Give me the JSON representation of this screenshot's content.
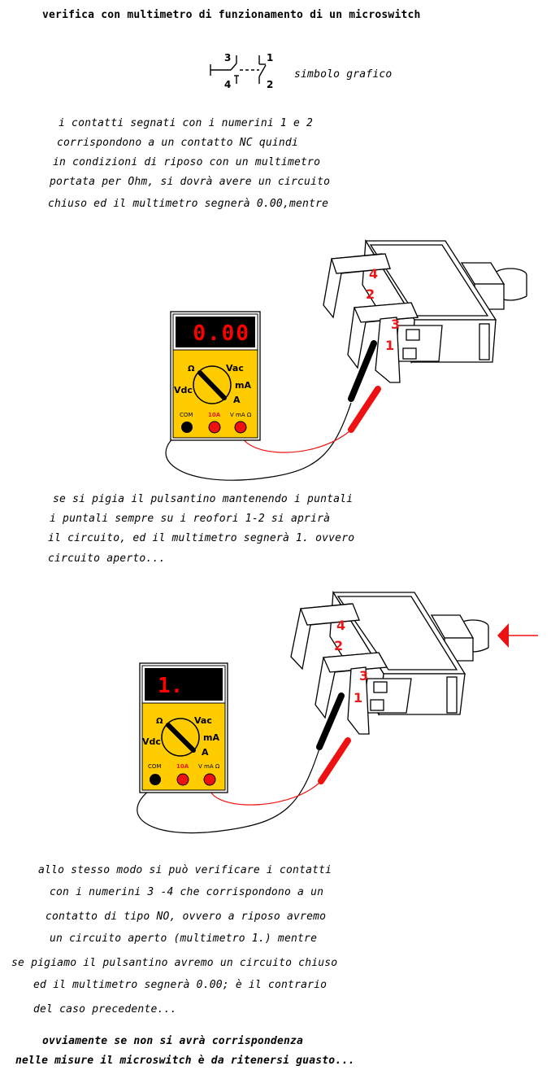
{
  "title": "verifica con multimetro di funzionamento di un microswitch",
  "symbol": {
    "n3": "3",
    "n1": "1",
    "n4": "4",
    "n2": "2",
    "label": "simbolo grafico"
  },
  "paragraph1": [
    "i contatti segnati con i numerini 1 e 2",
    "corrispondono a un contatto  NC quindi",
    "in condizioni di riposo con un multimetro",
    "portata per Ohm, si dovrà avere un circuito",
    "chiuso ed il multimetro segnerà 0.00,mentre"
  ],
  "meter1": {
    "display": "0.00",
    "ohm": "Ω",
    "vac": "Vac",
    "vdc": "Vdc",
    "ma": "mA",
    "a": "A",
    "jack_com": "COM",
    "jack_10a": "10A",
    "jack_vma": "V mA Ω"
  },
  "switch1_labels": {
    "t4": "4",
    "t2": "2",
    "t3": "3",
    "t1": "1"
  },
  "paragraph2": [
    "se si pigia il pulsantino mantenendo i puntali",
    "i puntali sempre su i reofori 1-2 si aprirà",
    "il circuito, ed il multimetro segnerà 1. ovvero",
    "circuito aperto..."
  ],
  "meter2": {
    "display": "1.",
    "ohm": "Ω",
    "vac": "Vac",
    "vdc": "Vdc",
    "ma": "mA",
    "a": "A",
    "jack_com": "COM",
    "jack_10a": "10A",
    "jack_vma": "V mA Ω"
  },
  "switch2_labels": {
    "t4": "4",
    "t2": "2",
    "t3": "3",
    "t1": "1"
  },
  "paragraph3": [
    "allo stesso modo si può verificare i contatti",
    "con i numerini 3 -4 che corrispondono a un",
    "contatto di tipo NO, ovvero a riposo avremo",
    "un circuito aperto (multimetro 1.) mentre",
    "se pigiamo il pulsantino avremo un circuito chiuso",
    "ed il multimetro segnerà 0.00; è il contrario",
    "del caso precedente..."
  ],
  "conclusion": [
    "ovviamente se non si avrà corrispondenza",
    "nelle misure il microswitch è da ritenersi guasto..."
  ],
  "colors": {
    "meter_body": "#ffcc00",
    "display_bg": "#000000",
    "display_text": "#ff0000",
    "probe_red": "#ee1111",
    "label_red": "#e81818"
  }
}
